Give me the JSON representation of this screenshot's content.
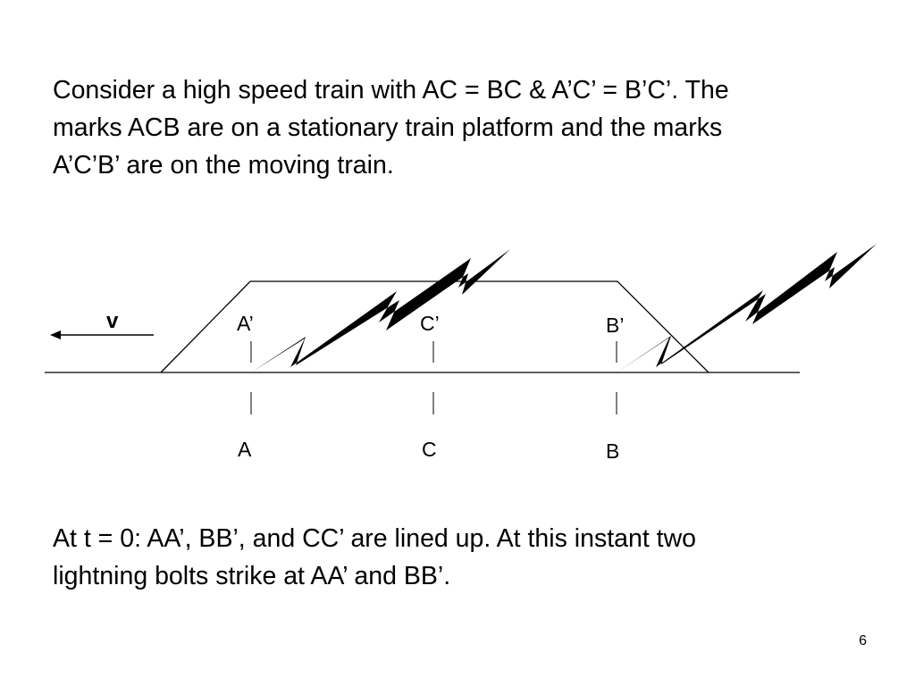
{
  "slide": {
    "intro_text": "Consider a high speed train with AC = BC & A’C’ = B’C’.  The\nmarks ACB are on a stationary train platform and the marks\nA’C’B’ are on the moving train.",
    "outro_text": "At t = 0: AA’, BB’, and CC’ are lined up.  At this instant two\nlightning bolts strike at AA’ and BB’.",
    "page_number": "6"
  },
  "diagram": {
    "velocity_label": "v",
    "train_marks": {
      "a": "A’",
      "c": "C’",
      "b": "B’"
    },
    "platform_marks": {
      "a": "A",
      "c": "C",
      "b": "B"
    }
  }
}
